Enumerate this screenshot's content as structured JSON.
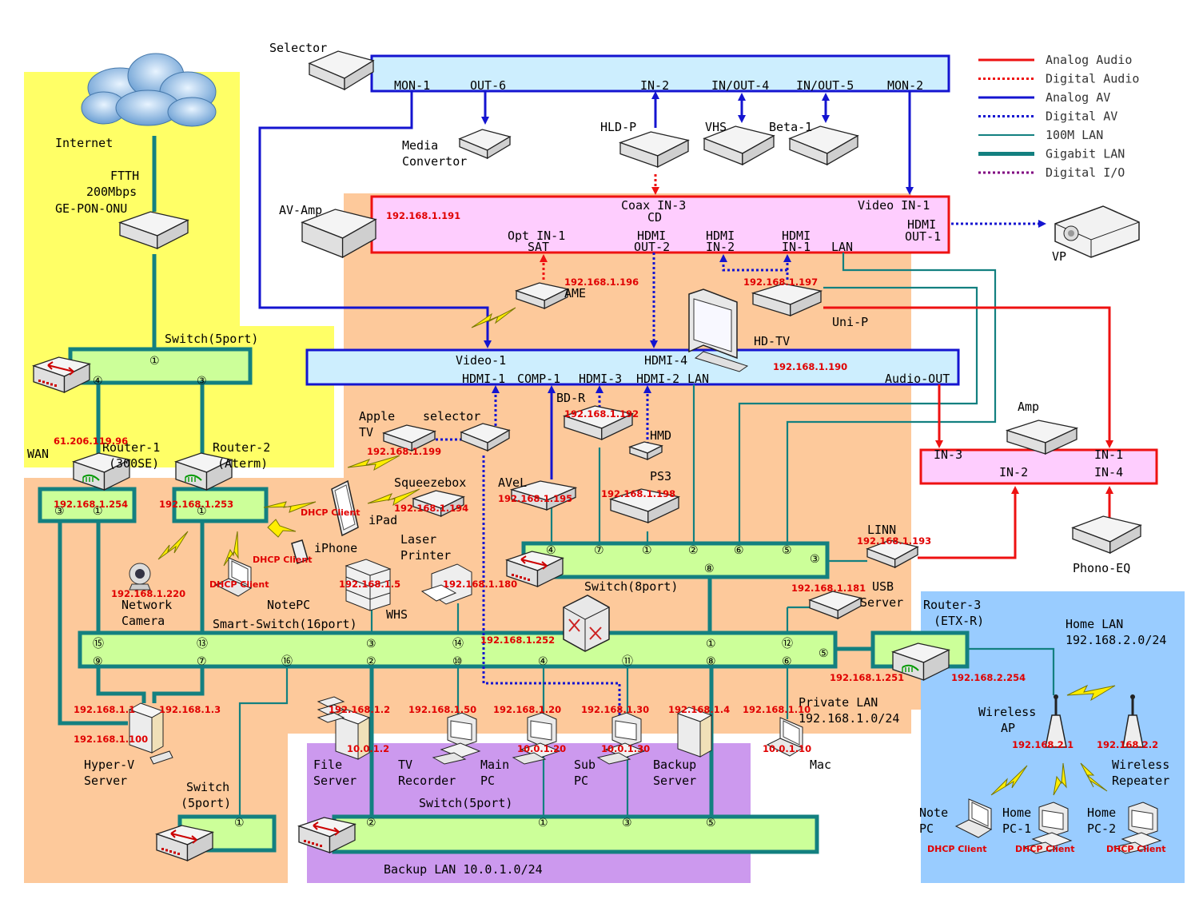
{
  "colors": {
    "analog_audio": "#ee1111",
    "digital_audio": "#ee1111",
    "analog_av": "#1414d0",
    "digital_av": "#1414d0",
    "lan_100m": "#138080",
    "lan_gigabit": "#138080",
    "digital_io": "#800080",
    "zone_wan": "#ffff66",
    "zone_private": "#fdc99b",
    "zone_home": "#99ccff",
    "zone_backup": "#cc99ee",
    "av_bar": "#cdeefe",
    "amp_bar": "#fecdfe",
    "switch_bar": "#ccff99"
  },
  "legend": [
    {
      "label": "Analog Audio",
      "style": "analog_audio",
      "dash": "solid",
      "width": 3
    },
    {
      "label": "Digital Audio",
      "style": "digital_audio",
      "dash": "dotted",
      "width": 3
    },
    {
      "label": "Analog AV",
      "style": "analog_av",
      "dash": "solid",
      "width": 3
    },
    {
      "label": "Digital AV",
      "style": "digital_av",
      "dash": "dotted",
      "width": 3
    },
    {
      "label": "100M LAN",
      "style": "lan_100m",
      "dash": "solid",
      "width": 2
    },
    {
      "label": "Gigabit LAN",
      "style": "lan_gigabit",
      "dash": "solid",
      "width": 5
    },
    {
      "label": "Digital I/O",
      "style": "digital_io",
      "dash": "dotted",
      "width": 3
    }
  ],
  "labels": {
    "selector": "Selector",
    "mon1": "MON-1",
    "out6": "OUT-6",
    "in2": "IN-2",
    "inout4": "IN/OUT-4",
    "inout5": "IN/OUT-5",
    "mon2": "MON-2",
    "media_convertor_1": "Media",
    "media_convertor_2": "Convertor",
    "hldp": "HLD-P",
    "vhs": "VHS",
    "beta1": "Beta-1",
    "internet": "Internet",
    "ftth1": "FTTH",
    "ftth2": "200Mbps",
    "ftth3": "GE-PON-ONU",
    "avamp": "AV-Amp",
    "coax_in3": "Coax IN-3",
    "cd": "CD",
    "video_in1": "Video IN-1",
    "hdmi_out1_a": "HDMI",
    "hdmi_out1_b": "OUT-1",
    "opt_in1": "Opt IN-1",
    "sat": "SAT",
    "hdmi_out2_a": "HDMI",
    "hdmi_out2_b": "OUT-2",
    "hdmi_in2_a": "HDMI",
    "hdmi_in2_b": "IN-2",
    "hdmi_in1_a": "HDMI",
    "hdmi_in1_b": "IN-1",
    "avamp_lan": "LAN",
    "vp": "VP",
    "ame": "AME",
    "unip": "Uni-P",
    "hdtv": "HD-TV",
    "switch5_top": "Switch(5port)",
    "tv_video1": "Video-1",
    "tv_hdmi4": "HDMI-4",
    "tv_hdmi1": "HDMI-1",
    "tv_comp1": "COMP-1",
    "tv_hdmi3": "HDMI-3",
    "tv_hdmi2": "HDMI-2",
    "tv_lan": "LAN",
    "tv_audio_out": "Audio-OUT",
    "apple_tv_1": "Apple",
    "apple_tv_2": "TV",
    "selector_small": "selector",
    "bdr": "BD-R",
    "hmd": "HMD",
    "ps3": "PS3",
    "amp": "Amp",
    "amp_in3": "IN-3",
    "amp_in1": "IN-1",
    "amp_in2": "IN-2",
    "amp_in4": "IN-4",
    "phono_eq": "Phono-EQ",
    "wan": "WAN",
    "router1_1": "Router-1",
    "router1_2": "(300SE)",
    "router2_1": "Router-2",
    "router2_2": "(Aterm)",
    "squeezebox": "Squeezebox",
    "avel": "AVeL",
    "ipad": "iPad",
    "iphone": "iPhone",
    "laser_1": "Laser",
    "laser_2": "Printer",
    "linn": "LINN",
    "switch8": "Switch(8port)",
    "usb_1": "USB",
    "usb_2": "Server",
    "netcam_1": "Network",
    "netcam_2": "Camera",
    "notepc": "NotePC",
    "smart_switch": "Smart-Switch(16port)",
    "whs": "WHS",
    "router3_1": "Router-3",
    "router3_2": "(ETX-R)",
    "home_lan_1": "Home LAN",
    "home_lan_2": "192.168.2.0/24",
    "private_lan_1": "Private LAN",
    "private_lan_2": "192.168.1.0/24",
    "wireless_ap_1": "Wireless",
    "wireless_ap_2": "AP",
    "hyperv_1": "Hyper-V",
    "hyperv_2": "Server",
    "file_1": "File",
    "file_2": "Server",
    "tvrec_1": "TV",
    "tvrec_2": "Recorder",
    "main_1": "Main",
    "main_2": "PC",
    "sub_1": "Sub",
    "sub_2": "PC",
    "backup_1": "Backup",
    "backup_2": "Server",
    "mac": "Mac",
    "wireless_rep_1": "Wireless",
    "wireless_rep_2": "Repeater",
    "switch5_bottom_1": "Switch",
    "switch5_bottom_2": "(5port)",
    "switch5_backup": "Switch(5port)",
    "note_pc_1": "Note",
    "note_pc_2": "PC",
    "home_pc1_1": "Home",
    "home_pc1_2": "PC-1",
    "home_pc2_1": "Home",
    "home_pc2_2": "PC-2",
    "backup_lan": "Backup LAN 10.0.1.0/24"
  },
  "ips": {
    "avamp": "192.168.1.191",
    "ame": "192.168.1.196",
    "unip": "192.168.1.197",
    "hdtv": "192.168.1.190",
    "bdr": "192.168.1.192",
    "appletv": "192.168.1.199",
    "router1_wan": "61.206.119.96",
    "router1_lan": "192.168.1.254",
    "router2_lan": "192.168.1.253",
    "squeezebox": "192.168.1.194",
    "avel": "192.168.1.195",
    "ps3": "192.168.1.198",
    "linn": "192.168.1.193",
    "netcam": "192.168.1.220",
    "whs": "192.168.1.5",
    "laser": "192.168.1.180",
    "usb": "192.168.1.181",
    "smart_switch": "192.168.1.252",
    "router3_lan": "192.168.1.251",
    "router3_home": "192.168.2.254",
    "hyperv_a": "192.168.1.1",
    "hyperv_b": "192.168.1.3",
    "hyperv_c": "192.168.1.100",
    "file": "192.168.1.2",
    "file_b": "10.0.1.2",
    "tvrec": "192.168.1.50",
    "main": "192.168.1.20",
    "main_b": "10.0.1.20",
    "sub": "192.168.1.30",
    "sub_b": "10.0.1.30",
    "backup": "192.168.1.4",
    "mac": "192.168.1.10",
    "mac_b": "10.0.1.10",
    "ap": "192.168.2.1",
    "repeater": "192.168.2.2"
  },
  "dhcp_label": "DHCP Client",
  "ports": {
    "p1": "①",
    "p2": "②",
    "p3": "③",
    "p4": "④",
    "p5": "⑤",
    "p6": "⑥",
    "p7": "⑦",
    "p8": "⑧",
    "p9": "⑨",
    "p10": "⑩",
    "p11": "⑪",
    "p12": "⑫",
    "p13": "⑬",
    "p14": "⑭",
    "p15": "⑮",
    "p16": "⑯"
  }
}
